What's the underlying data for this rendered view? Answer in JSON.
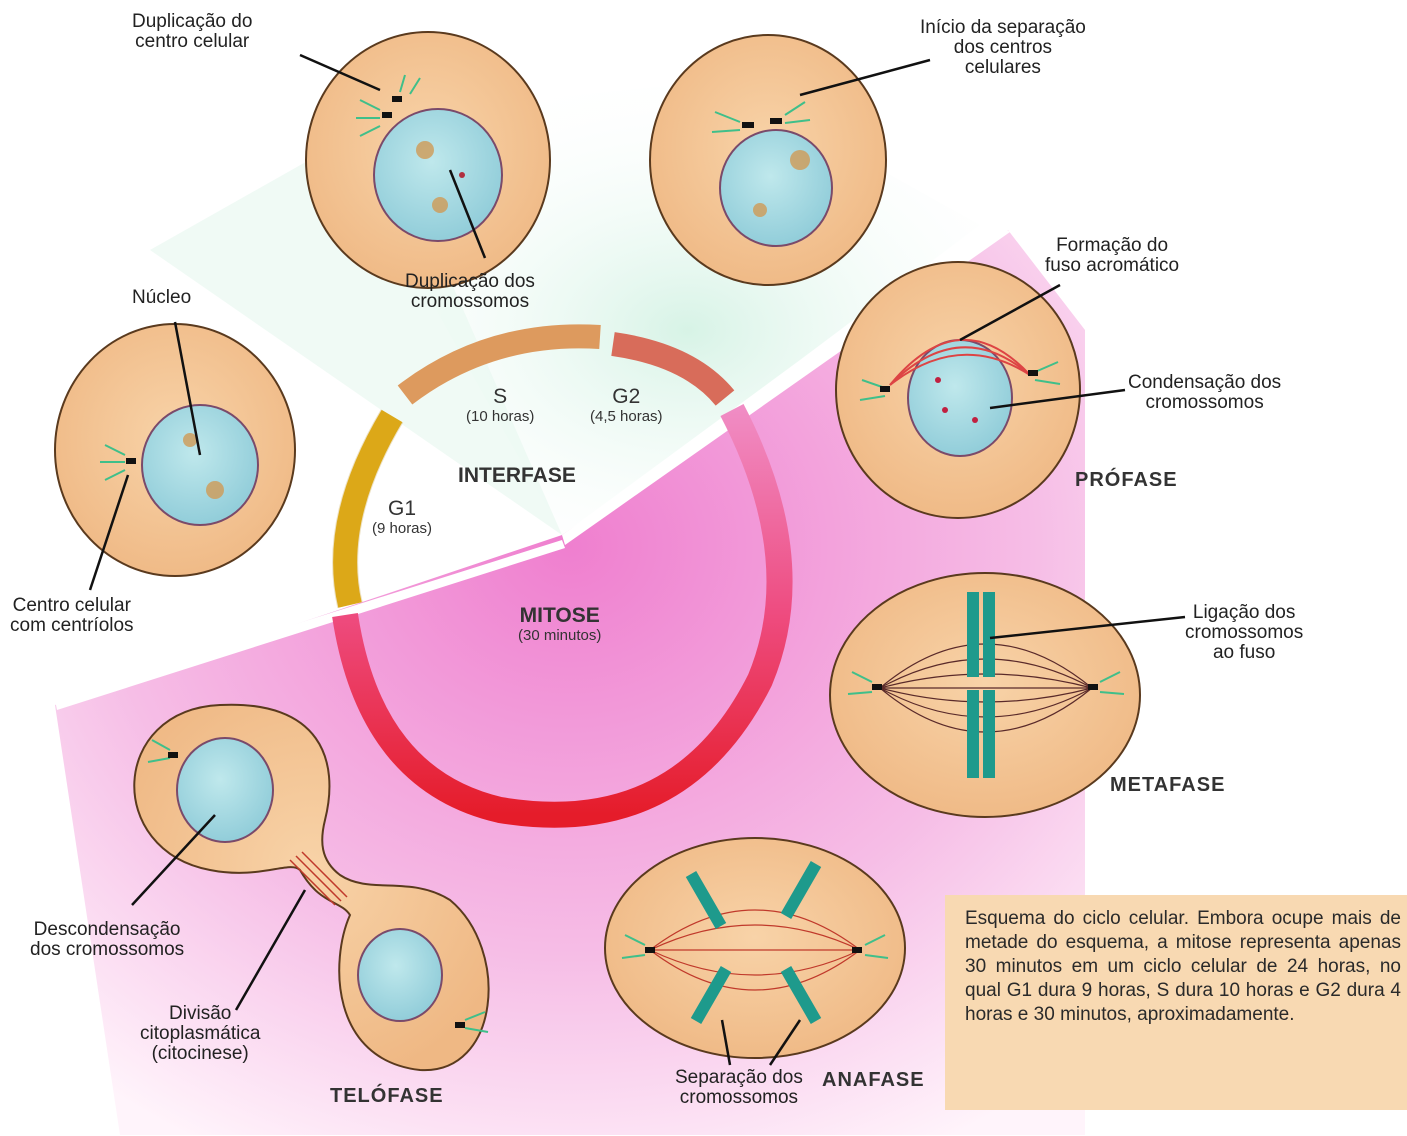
{
  "labels": {
    "duplicacao_centro": [
      "Duplicação do",
      "centro celular"
    ],
    "inicio_separacao": [
      "Início da separação",
      "dos centros",
      "celulares"
    ],
    "duplicacao_cromossomos": [
      "Duplicação dos",
      "cromossomos"
    ],
    "nucleo": "Núcleo",
    "formacao_fuso": [
      "Formação do",
      "fuso acromático"
    ],
    "condensacao": [
      "Condensação dos",
      "cromossomos"
    ],
    "centro_celular": [
      "Centro celular",
      "com centríolos"
    ],
    "ligacao": [
      "Ligação dos",
      "cromossomos",
      "ao fuso"
    ],
    "descondensacao": [
      "Descondensação",
      "dos cromossomos"
    ],
    "divisao": [
      "Divisão",
      "citoplasmática",
      "(citocinese)"
    ],
    "separacao": [
      "Separação dos",
      "cromossomos"
    ]
  },
  "phases": {
    "profase": "PRÓFASE",
    "metafase": "METAFASE",
    "anafase": "ANAFASE",
    "telofase": "TELÓFASE"
  },
  "cycle": {
    "s_label": "S",
    "s_time": "(10 horas)",
    "g2_label": "G2",
    "g2_time": "(4,5 horas)",
    "g1_label": "G1",
    "g1_time": "(9 horas)",
    "interfase": "INTERFASE",
    "mitose": "MITOSE",
    "mitose_time": "(30 minutos)"
  },
  "note": "Esquema do ciclo celular. Embora ocupe mais de metade do esquema, a mitose representa apenas 30 minutos em um ciclo celular de 24 horas, no qual G1 dura 9 horas, S dura 10 horas e G2 dura 4 horas e 30 minutos, aproximadamente.",
  "colors": {
    "cytoplasm": "#f4c797",
    "cytoplasm_edge": "#5a3a1e",
    "nucleus": "#9fd6df",
    "nucleus_edge": "#7a4a6a",
    "interphase_bg": "#dff5ea",
    "mitosis_bg": "#f2a8dc",
    "arc_g1": "#e8b21a",
    "arc_s": "#dd9a5e",
    "arc_g2": "#d86c5a",
    "arc_mitose_top": "#ea6bb0",
    "arc_mitose_bottom": "#e51c2a",
    "chromosome": "#1e9a8c",
    "note_bg": "#f8d9b2"
  }
}
